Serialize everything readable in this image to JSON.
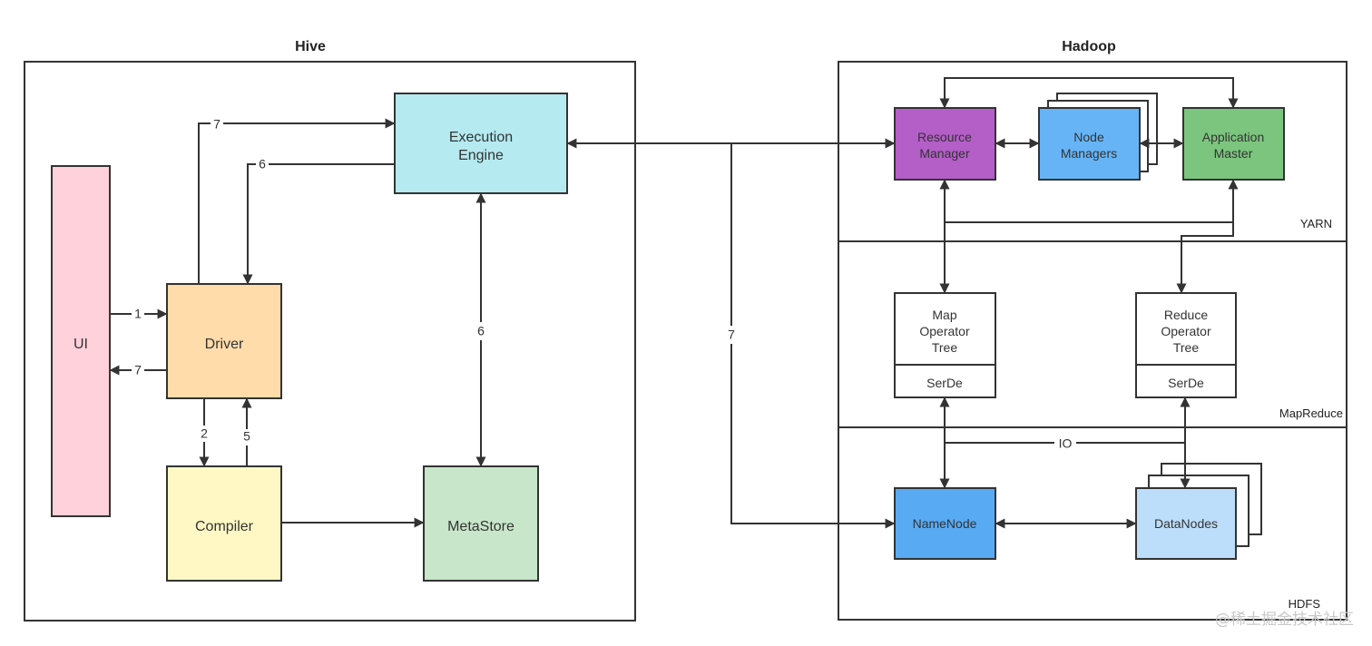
{
  "colors": {
    "ui": "#ffd1da",
    "driver": "#ffdcaa",
    "compiler": "#fff8c4",
    "execution_engine": "#b4eaf0",
    "metastore": "#c8e6c9",
    "resource_manager": "#b45ec8",
    "node_managers": "#66b4f5",
    "application_master": "#7cc57e",
    "map_tree": "#ffffff",
    "reduce_tree": "#ffffff",
    "namenode": "#58aaf3",
    "datanodes": "#bcdefb"
  },
  "frames": {
    "hive": {
      "title": "Hive"
    },
    "hadoop": {
      "title": "Hadoop"
    },
    "yarn": {
      "label": "YARN"
    },
    "mapreduce": {
      "label": "MapReduce"
    },
    "hdfs": {
      "label": "HDFS"
    }
  },
  "nodes": {
    "ui": {
      "lines": [
        "UI"
      ]
    },
    "driver": {
      "lines": [
        "Driver"
      ]
    },
    "compiler": {
      "lines": [
        "Compiler"
      ]
    },
    "execution_engine": {
      "lines": [
        "Execution",
        "Engine"
      ]
    },
    "metastore": {
      "lines": [
        "MetaStore"
      ]
    },
    "resource_manager": {
      "lines": [
        "Resource",
        "Manager"
      ]
    },
    "node_managers": {
      "lines": [
        "Node",
        "Managers"
      ]
    },
    "application_master": {
      "lines": [
        "Application",
        "Master"
      ]
    },
    "map_tree": {
      "lines": [
        "Map",
        "Operator",
        "Tree"
      ],
      "footer": "SerDe"
    },
    "reduce_tree": {
      "lines": [
        "Reduce",
        "Operator",
        "Tree"
      ],
      "footer": "SerDe"
    },
    "namenode": {
      "lines": [
        "NameNode"
      ]
    },
    "datanodes": {
      "lines": [
        "DataNodes"
      ]
    }
  },
  "edge_labels": {
    "ui_to_driver": "1",
    "driver_to_ui": "7",
    "driver_to_compiler": "2",
    "compiler_to_driver": "5",
    "engine_to_driver": "6",
    "driver_to_engine": "7",
    "engine_metastore": "6",
    "engine_hadoop": "7",
    "io": "IO"
  },
  "watermark": "@稀土掘金技术社区"
}
